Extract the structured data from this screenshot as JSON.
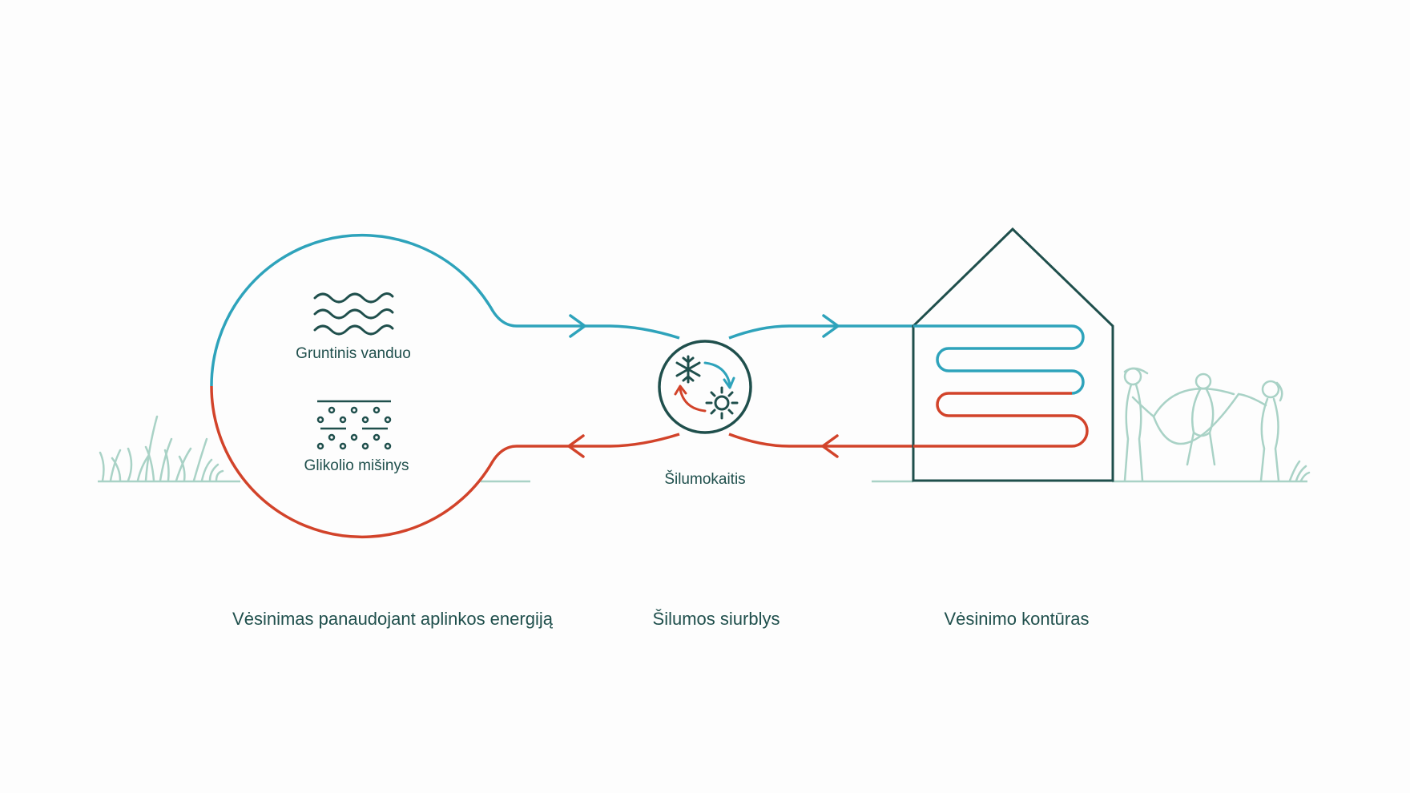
{
  "labels": {
    "groundwater": "Gruntinis vanduo",
    "glycol": "Glikolio mišinys",
    "heat_exchanger": "Šilumokaitis",
    "section_ambient": "Vėsinimas panaudojant aplinkos energiją",
    "section_heat_pump": "Šilumos siurblys",
    "section_cooling": "Vėsinimo kontūras"
  },
  "icons": {
    "groundwater": "water-waves-icon",
    "glycol": "glycol-mixture-icon",
    "exchanger_cold": "snowflake-icon",
    "exchanger_hot": "sun-icon",
    "house": "house-icon",
    "people": "children-playing-illustration",
    "grass": "grass-illustration"
  },
  "colors": {
    "cold": "#2ea3bb",
    "hot": "#d2432a",
    "dark": "#1f4f4c",
    "light": "#a9d2c6"
  }
}
